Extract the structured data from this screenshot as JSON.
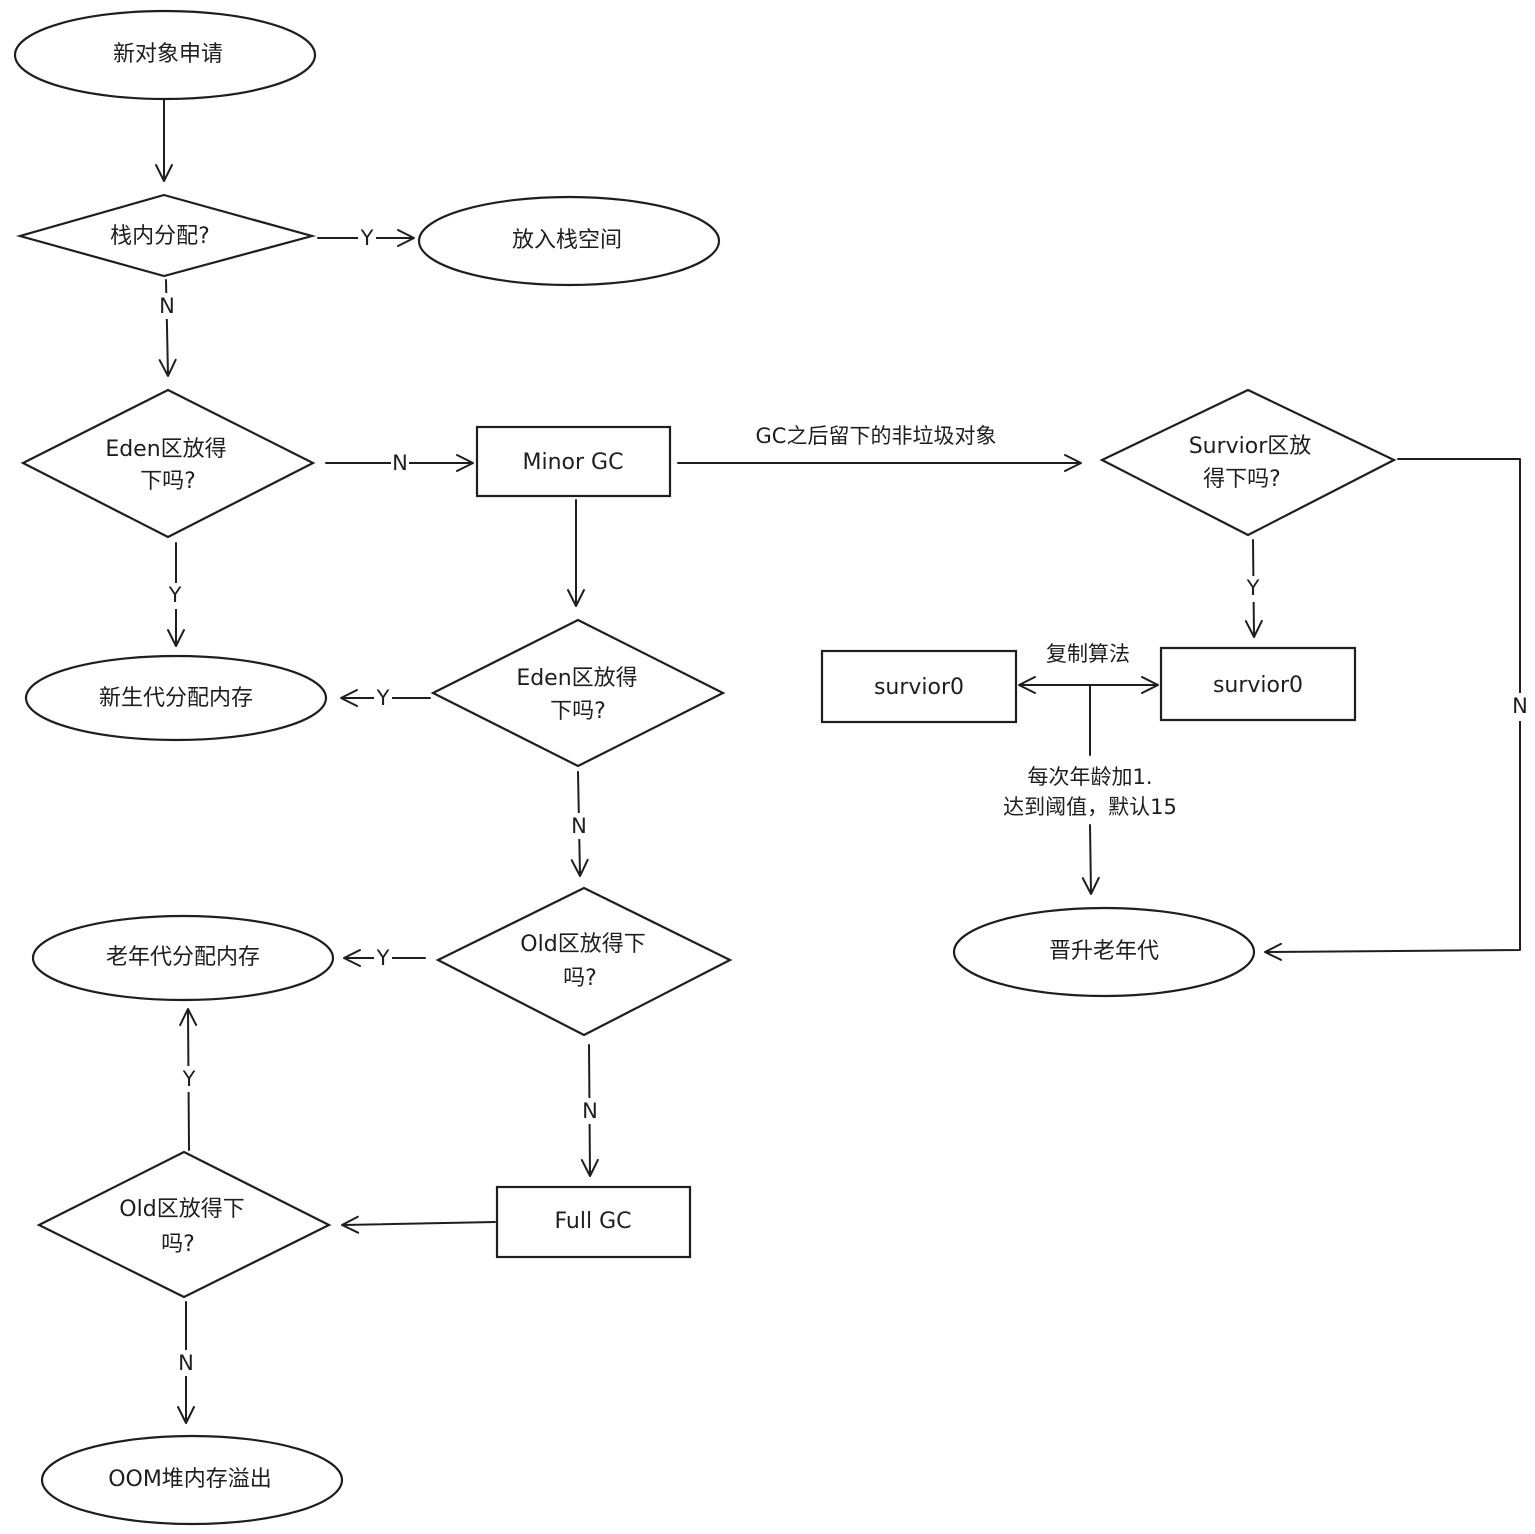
{
  "diagram": {
    "title": "JVM 对象分配流程",
    "nodes": {
      "start": {
        "label": [
          "新对象申请"
        ],
        "shape": "ellipse"
      },
      "stack_alloc": {
        "label": [
          "栈内分配?"
        ],
        "shape": "diamond"
      },
      "stack_space": {
        "label": [
          "放入栈空间"
        ],
        "shape": "ellipse"
      },
      "eden_fit1": {
        "label": [
          "Eden区放得",
          "下吗?"
        ],
        "shape": "diamond"
      },
      "minor_gc": {
        "label": [
          "Minor GC"
        ],
        "shape": "rect"
      },
      "young_alloc": {
        "label": [
          "新生代分配内存"
        ],
        "shape": "ellipse"
      },
      "eden_fit2": {
        "label": [
          "Eden区放得",
          "下吗?"
        ],
        "shape": "diamond"
      },
      "old_fit1": {
        "label": [
          "Old区放得下",
          "吗?"
        ],
        "shape": "diamond"
      },
      "old_alloc": {
        "label": [
          "老年代分配内存"
        ],
        "shape": "ellipse"
      },
      "full_gc": {
        "label": [
          "Full GC"
        ],
        "shape": "rect"
      },
      "old_fit2": {
        "label": [
          "Old区放得下",
          "吗?"
        ],
        "shape": "diamond"
      },
      "oom": {
        "label": [
          "OOM堆内存溢出"
        ],
        "shape": "ellipse"
      },
      "survivor_fit": {
        "label": [
          "Survior区放",
          "得下吗?"
        ],
        "shape": "diamond"
      },
      "survivor_left": {
        "label": [
          "survior0"
        ],
        "shape": "rect"
      },
      "survivor_right": {
        "label": [
          "survior0"
        ],
        "shape": "rect"
      },
      "promote": {
        "label": [
          "晋升老年代"
        ],
        "shape": "ellipse"
      }
    },
    "edges": [
      {
        "from": "start",
        "to": "stack_alloc",
        "label": ""
      },
      {
        "from": "stack_alloc",
        "to": "stack_space",
        "label": "Y"
      },
      {
        "from": "stack_alloc",
        "to": "eden_fit1",
        "label": "N"
      },
      {
        "from": "eden_fit1",
        "to": "minor_gc",
        "label": "N"
      },
      {
        "from": "eden_fit1",
        "to": "young_alloc",
        "label": "Y"
      },
      {
        "from": "minor_gc",
        "to": "eden_fit2",
        "label": ""
      },
      {
        "from": "minor_gc",
        "to": "survivor_fit",
        "label": "GC之后留下的非垃圾对象"
      },
      {
        "from": "eden_fit2",
        "to": "young_alloc",
        "label": "Y"
      },
      {
        "from": "eden_fit2",
        "to": "old_fit1",
        "label": "N"
      },
      {
        "from": "old_fit1",
        "to": "old_alloc",
        "label": "Y"
      },
      {
        "from": "old_fit1",
        "to": "full_gc",
        "label": "N"
      },
      {
        "from": "full_gc",
        "to": "old_fit2",
        "label": ""
      },
      {
        "from": "old_fit2",
        "to": "old_alloc",
        "label": "Y"
      },
      {
        "from": "old_fit2",
        "to": "oom",
        "label": "N"
      },
      {
        "from": "survivor_fit",
        "to": "survivor_right",
        "label": "Y"
      },
      {
        "from": "survivor_fit",
        "to": "promote",
        "label": "N"
      },
      {
        "from": "survivor_left",
        "to": "survivor_right",
        "label": "复制算法",
        "bidirectional": true
      },
      {
        "from": "survivor_copy",
        "to": "promote",
        "label": [
          "每次年龄加1.",
          "达到阈值，默认15"
        ]
      }
    ]
  }
}
